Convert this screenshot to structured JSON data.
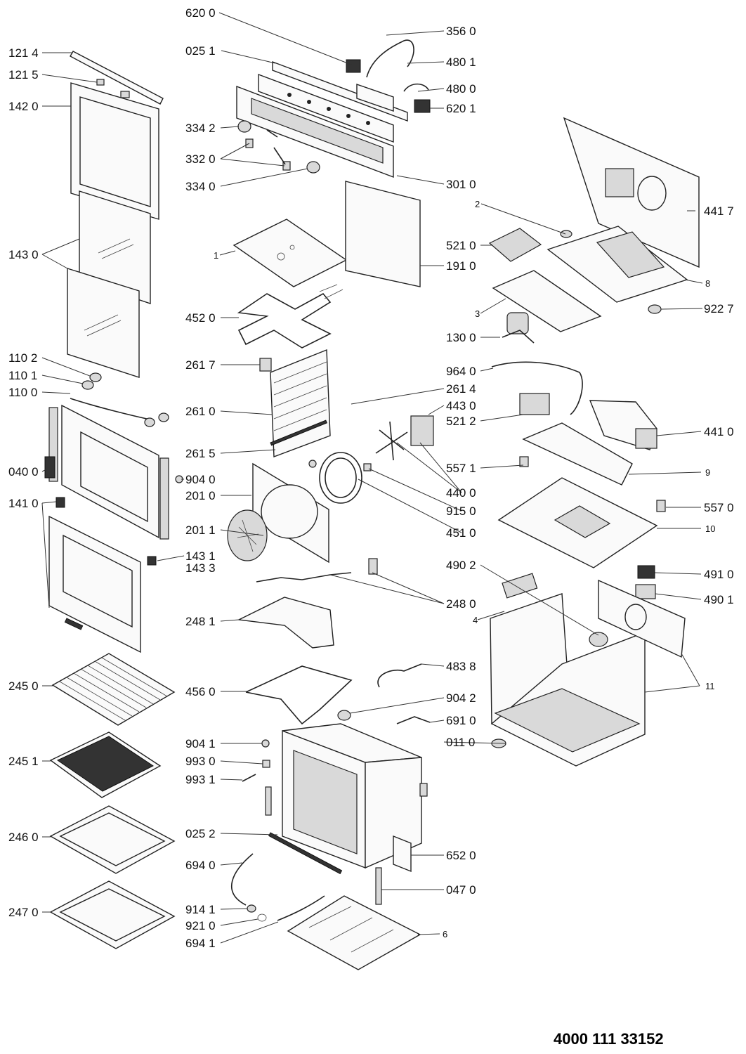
{
  "diagram": {
    "document_number": "4000 111 33152",
    "part_labels": {
      "p6200": "620 0",
      "p3560": "356 0",
      "p0251": "025 1",
      "p4801": "480 1",
      "p4800": "480 0",
      "p6201": "620 1",
      "p1214": "121 4",
      "p1215": "121 5",
      "p1420": "142 0",
      "p3342": "334 2",
      "p3320": "332 0",
      "p3340": "334 0",
      "p3010": "301 0",
      "p4417": "441 7",
      "p2": "2",
      "p5210": "521 0",
      "p1": "1",
      "p1910": "191 0",
      "p1430": "143 0",
      "p8": "8",
      "p9227": "922 7",
      "p3": "3",
      "p4520": "452 0",
      "p1300": "130 0",
      "p1102": "110 2",
      "p1101": "110 1",
      "p1100": "110 0",
      "p2617": "261 7",
      "p9640": "964 0",
      "p2614": "261 4",
      "p4430": "443 0",
      "p2610": "261 0",
      "p5212": "521 2",
      "p4410": "441 0",
      "p2615": "261 5",
      "p0400": "040 0",
      "p9040": "904 0",
      "p5571": "557 1",
      "p9": "9",
      "p2010": "201 0",
      "p4400": "440 0",
      "p1410": "141 0",
      "p5570": "557 0",
      "p9150": "915 0",
      "p10": "10",
      "p2011": "201 1",
      "p4510": "451 0",
      "p1431": "143 1",
      "p1433": "143 3",
      "p4902": "490 2",
      "p4910": "491 0",
      "p4901": "490 1",
      "p2480": "248 0",
      "p4": "4",
      "p2481": "248 1",
      "p2450": "245 0",
      "p4838": "483 8",
      "p11": "11",
      "p4560": "456 0",
      "p9042": "904 2",
      "p6910": "691 0",
      "p2451": "245 1",
      "p9041": "904 1",
      "p0110": "011 0",
      "p9930": "993 0",
      "p9931": "993 1",
      "p2460": "246 0",
      "p0252": "025 2",
      "p6520": "652 0",
      "p6940": "694 0",
      "p0470": "047 0",
      "p2470": "247 0",
      "p9141": "914 1",
      "p9210": "921 0",
      "p6": "6",
      "p6941": "694 1"
    }
  }
}
